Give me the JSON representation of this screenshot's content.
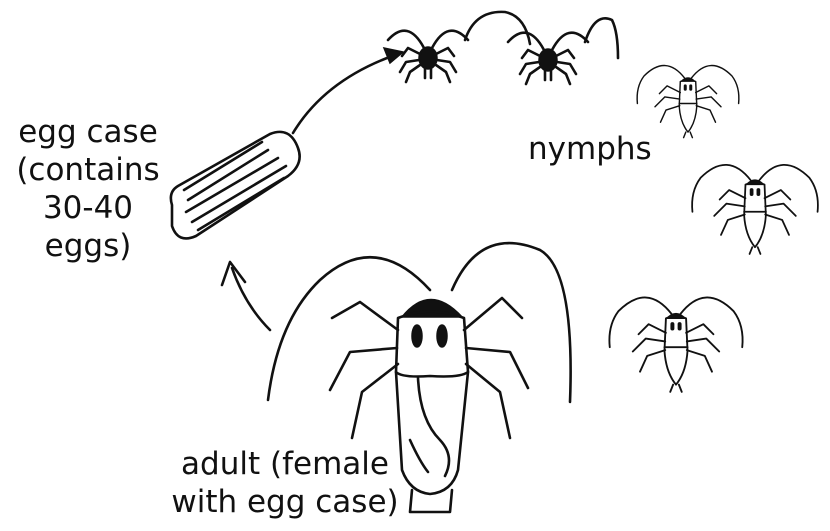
{
  "labels": {
    "egg_case": [
      "egg case",
      "(contains",
      "30-40",
      "eggs)"
    ],
    "nymphs": "nymphs",
    "adult": [
      "adult (female",
      "with egg case)"
    ]
  },
  "colors": {
    "ink": "#111111",
    "background": "#ffffff"
  }
}
